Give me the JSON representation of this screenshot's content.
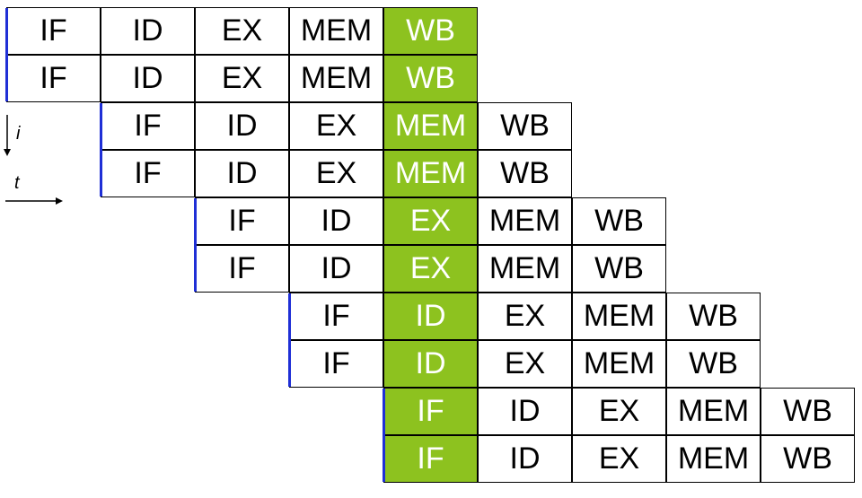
{
  "rows": [
    {
      "stages": [
        "IF",
        "ID",
        "EX",
        "MEM",
        "WB"
      ]
    },
    {
      "stages": [
        "IF",
        "ID",
        "EX",
        "MEM",
        "WB"
      ]
    },
    {
      "stages": [
        "IF",
        "ID",
        "EX",
        "MEM",
        "WB"
      ]
    },
    {
      "stages": [
        "IF",
        "ID",
        "EX",
        "MEM",
        "WB"
      ]
    },
    {
      "stages": [
        "IF",
        "ID",
        "EX",
        "MEM",
        "WB"
      ]
    },
    {
      "stages": [
        "IF",
        "ID",
        "EX",
        "MEM",
        "WB"
      ]
    },
    {
      "stages": [
        "IF",
        "ID",
        "EX",
        "MEM",
        "WB"
      ]
    },
    {
      "stages": [
        "IF",
        "ID",
        "EX",
        "MEM",
        "WB"
      ]
    },
    {
      "stages": [
        "IF",
        "ID",
        "EX",
        "MEM",
        "WB"
      ]
    },
    {
      "stages": [
        "IF",
        "ID",
        "EX",
        "MEM",
        "WB"
      ]
    }
  ],
  "highlight_column": 4,
  "axis": {
    "vertical_label": "i",
    "horizontal_label": "t"
  },
  "colors": {
    "highlight": "#8dc21f",
    "highlight_text": "#ffffff",
    "issue_marker": "#1f2fd6"
  }
}
